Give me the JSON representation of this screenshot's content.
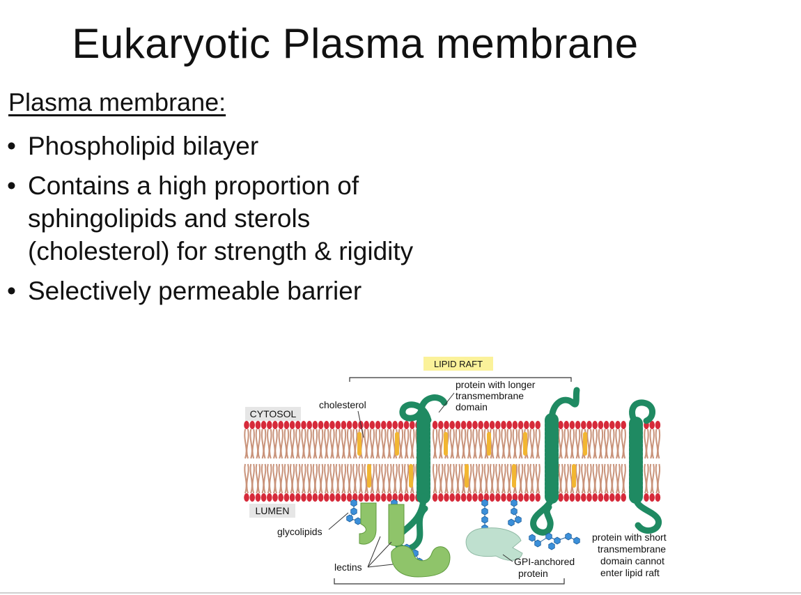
{
  "slide": {
    "title": "Eukaryotic Plasma membrane",
    "subheading": "Plasma membrane:",
    "bullets": [
      "Phospholipid bilayer",
      "Contains a high proportion of sphingolipids and sterols (cholesterol) for strength & rigidity",
      "Selectively permeable barrier"
    ]
  },
  "diagram": {
    "labels": {
      "lipid_raft": "LIPID RAFT",
      "cytosol": "CYTOSOL",
      "lumen": "LUMEN",
      "cholesterol": "cholesterol",
      "long_protein": [
        "protein with longer",
        "transmembrane",
        "domain"
      ],
      "glycolipids": "glycolipids",
      "lectins": "lectins",
      "gpi": [
        "GPI-anchored",
        "protein"
      ],
      "short_protein": [
        "protein with short",
        "transmembrane",
        "domain cannot",
        "enter lipid raft"
      ]
    },
    "colors": {
      "head": "#d62a3a",
      "tail": "#c9937a",
      "cholesterol": "#f2b632",
      "protein": "#1f8a62",
      "sugar": "#3b8fd9",
      "lectin": "#8fc46a",
      "gpi": "#bfe0cf",
      "tag_bg": "#e6e6e6",
      "raft_tag_bg": "#fbf29a"
    }
  }
}
